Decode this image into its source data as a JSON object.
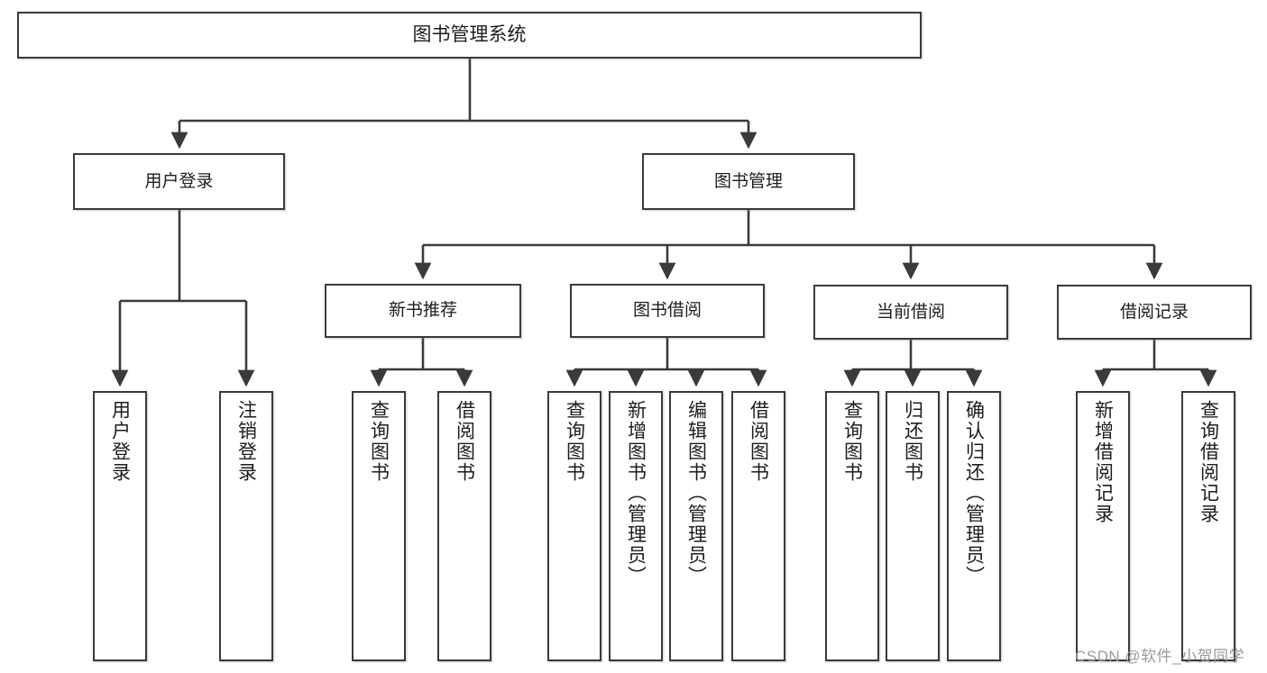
{
  "diagram": {
    "title": "图书管理系统",
    "type": "tree-hierarchy-chart",
    "root": {
      "label": "图书管理系统"
    },
    "level2": [
      {
        "key": "user-login",
        "label": "用户登录"
      },
      {
        "key": "book-management",
        "label": "图书管理"
      }
    ],
    "level3": [
      {
        "key": "new-book-recommend",
        "label": "新书推荐"
      },
      {
        "key": "book-borrow",
        "label": "图书借阅"
      },
      {
        "key": "current-borrow",
        "label": "当前借阅"
      },
      {
        "key": "borrow-record",
        "label": "借阅记录"
      }
    ],
    "leaves": {
      "user_login": [
        {
          "key": "user-login-leaf",
          "label": "用户登录"
        },
        {
          "key": "logout-leaf",
          "label": "注销登录"
        }
      ],
      "new_book_recommend": [
        {
          "key": "query-book-1",
          "label": "查询图书"
        },
        {
          "key": "borrow-book-1",
          "label": "借阅图书"
        }
      ],
      "book_borrow": [
        {
          "key": "query-book-2",
          "label": "查询图书"
        },
        {
          "key": "add-book",
          "label": "新增图书（管理员）"
        },
        {
          "key": "edit-book",
          "label": "编辑图书（管理员）"
        },
        {
          "key": "borrow-book-2",
          "label": "借阅图书"
        }
      ],
      "current_borrow": [
        {
          "key": "query-book-3",
          "label": "查询图书"
        },
        {
          "key": "return-book",
          "label": "归还图书"
        },
        {
          "key": "confirm-return",
          "label": "确认归还（管理员）"
        }
      ],
      "borrow_record": [
        {
          "key": "add-borrow-record",
          "label": "新增借阅记录"
        },
        {
          "key": "query-borrow-record",
          "label": "查询借阅记录"
        }
      ]
    },
    "colors": {
      "stroke": "#3a3a3a",
      "fill": "#ffffff",
      "text": "#1d1d1d",
      "watermark": "#9a9a9a"
    }
  },
  "watermark": {
    "text": "CSDN @软件_小贺同学"
  }
}
